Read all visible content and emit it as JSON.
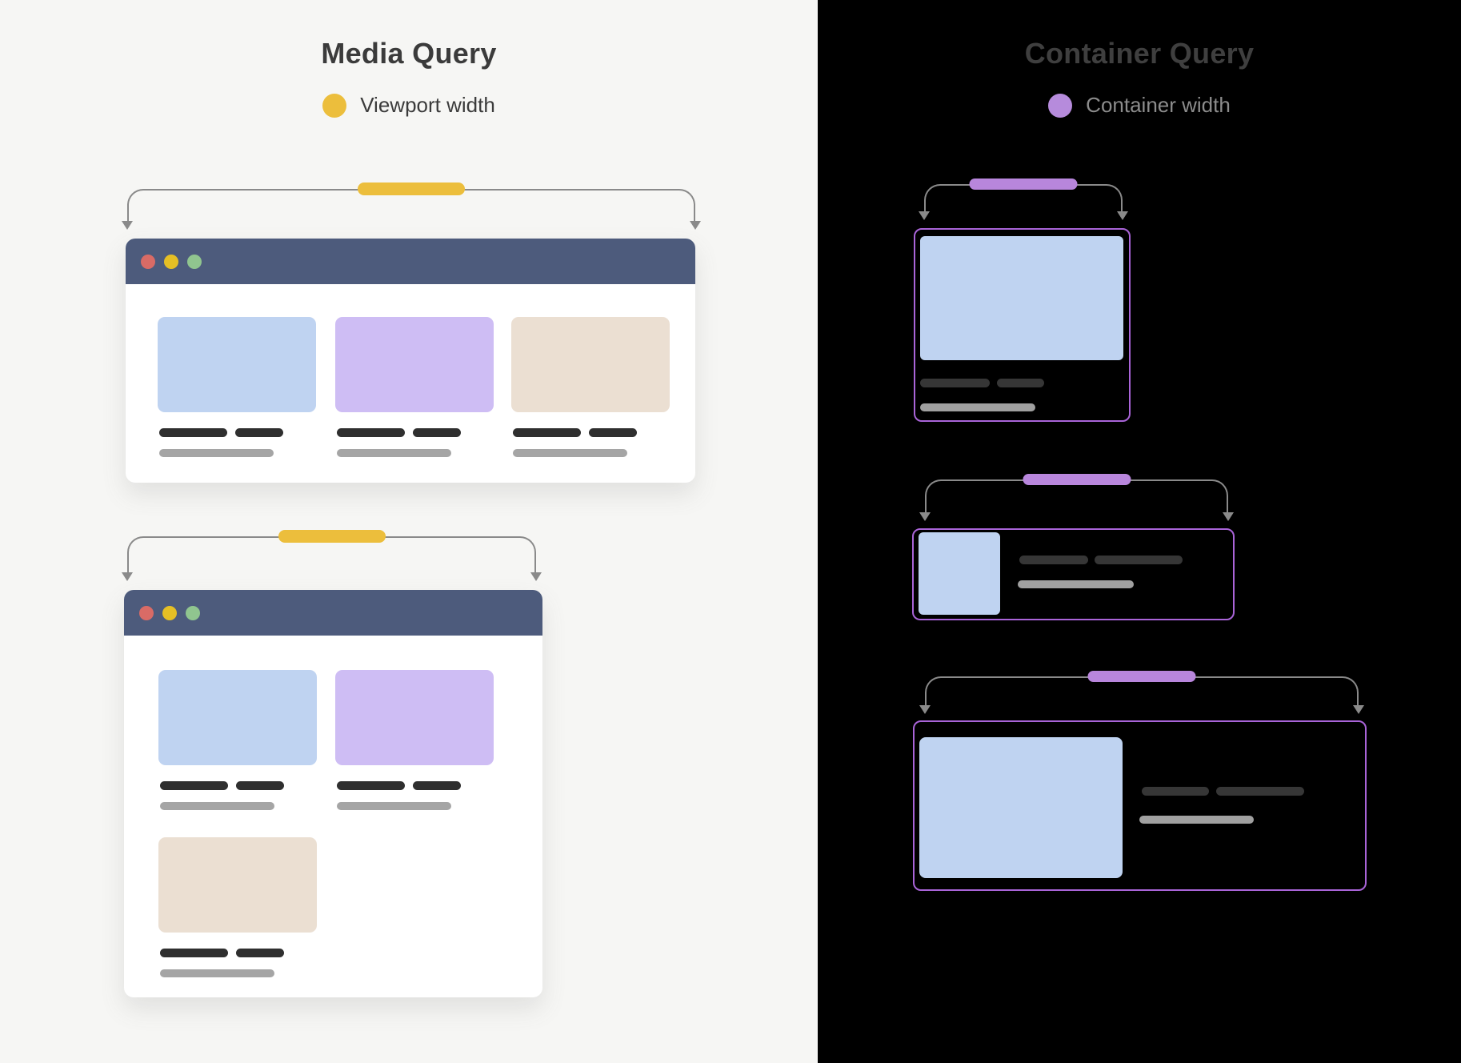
{
  "left_panel": {
    "title": "Media Query",
    "legend": {
      "label": "Viewport width",
      "color": "#ECBE3C"
    },
    "browsers": [
      {
        "name": "wide-viewport",
        "layout": "3 cards in one row",
        "cards": [
          "blue",
          "purple",
          "tan"
        ]
      },
      {
        "name": "narrow-viewport",
        "layout": "2 cards per row, 1 wraps",
        "cards": [
          "blue",
          "purple",
          "tan"
        ]
      }
    ]
  },
  "right_panel": {
    "title": "Container Query",
    "legend": {
      "label": "Container width",
      "color": "#B886DC"
    },
    "cards": [
      {
        "name": "small-container",
        "layout": "vertical: image above text lines"
      },
      {
        "name": "medium-container",
        "layout": "horizontal: small image left, text right"
      },
      {
        "name": "large-container",
        "layout": "horizontal: large image left, text right"
      }
    ]
  },
  "colors": {
    "left_background": "#F6F6F4",
    "right_background": "#000000",
    "accent_yellow": "#ECBE3C",
    "accent_purple": "#B886DC",
    "container_border_purple": "#A964D8",
    "arrow_gray": "#8A8A8A",
    "browser_header_blue": "#4D5B7C",
    "traffic_red": "#D96B66",
    "traffic_yellow": "#E5BF25",
    "traffic_green": "#90C58F",
    "tile_blue": "#BFD3F1",
    "tile_purple": "#CEBDF4",
    "tile_tan": "#EBDFD2",
    "text_dark": "#3B3B3B",
    "placeholder_bar_dark": "#2F2F2F",
    "placeholder_bar_gray": "#A5A5A5"
  }
}
